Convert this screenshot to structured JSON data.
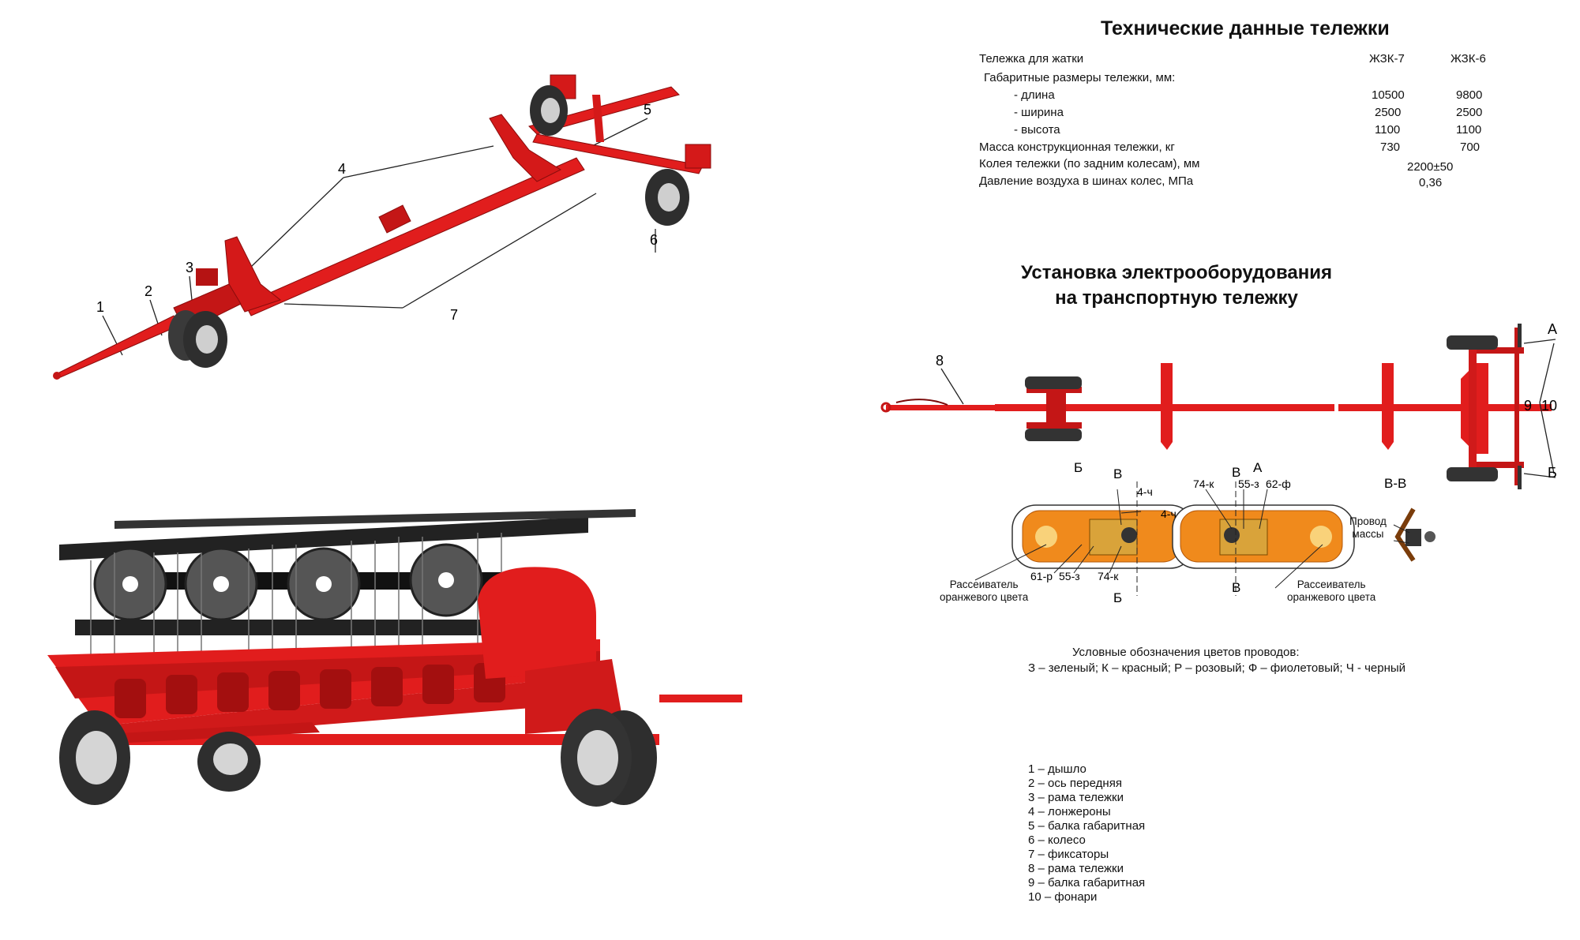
{
  "tech": {
    "title": "Технические данные тележки",
    "header_label": "Тележка для жатки",
    "col1": "ЖЗК-7",
    "col2": "ЖЗК-6",
    "rows": [
      {
        "label": "Габаритные размеры тележки, мм:",
        "v1": "",
        "v2": ""
      },
      {
        "label": "- длина",
        "v1": "10500",
        "v2": "9800"
      },
      {
        "label": "- ширина",
        "v1": "2500",
        "v2": "2500"
      },
      {
        "label": "- высота",
        "v1": "1100",
        "v2": "1100"
      },
      {
        "label": "Масса конструкционная тележки, кг",
        "v1": "730",
        "v2": "700"
      },
      {
        "label": "Колея тележки (по задним колесам), мм",
        "v1": "",
        "v2": ""
      },
      {
        "label": "Давление воздуха в шинах колес,  МПа",
        "v1": "",
        "v2": ""
      }
    ],
    "track_value": "2200±50",
    "pressure_value": "0,36"
  },
  "install": {
    "title_line1": "Установка электрооборудования",
    "title_line2": "на транспортную тележку"
  },
  "wire_colors": {
    "title": "Условные обозначения цветов проводов:",
    "text": "З – зеленый; К – красный; Р – розовый; Ф – фиолетовый; Ч - черный"
  },
  "legend": [
    "1 – дышло",
    "2 – ось передняя",
    "3 – рама тележки",
    "4 – лонжероны",
    "5 – балка габаритная",
    "6 – колесо",
    "7 – фиксаторы",
    "8 – рама тележки",
    "9 – балка габаритная",
    "10 – фонари"
  ],
  "callouts_iso": [
    "1",
    "2",
    "3",
    "4",
    "5",
    "6",
    "7"
  ],
  "callouts_top": [
    "8",
    "9",
    "10"
  ],
  "view_labels": {
    "a": "А",
    "b": "Б",
    "v": "В",
    "section": "В-В"
  },
  "lamp_labels": {
    "left_wires": [
      "4-ч",
      "61-р",
      "55-з",
      "74-к"
    ],
    "right_wires": [
      "74-к",
      "55-з",
      "62-ф",
      "4-ч"
    ],
    "scatter_left": "Рассеиватель\nоранжевого цвета",
    "scatter_right": "Рассеиватель\nоранжевого цвета",
    "ground_wire": "Провод\nмассы"
  },
  "colors": {
    "frame_red": "#e11d1d",
    "dark_red": "#a30f0f",
    "lamp_orange": "#f08a1c",
    "tire": "#3a3a3a"
  }
}
